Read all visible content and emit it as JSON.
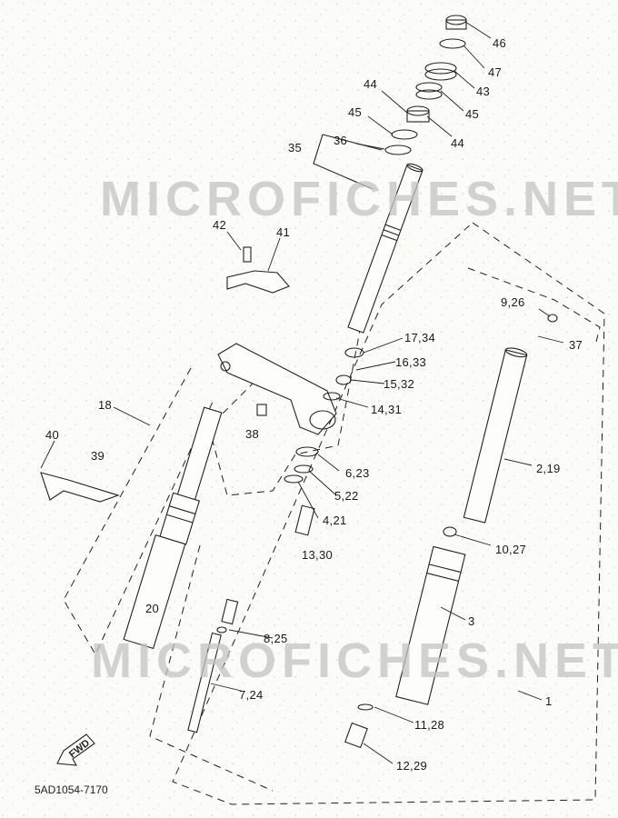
{
  "diagram": {
    "watermark_top": "MICROFICHES.NET",
    "watermark_bottom": "MICROFICHES.NET",
    "figure_code": "5AD1054-7170",
    "fwd_label": "FWD"
  },
  "callouts": {
    "c46": "46",
    "c47": "47",
    "c43": "43",
    "c45a": "45",
    "c44a": "44",
    "c44b": "44",
    "c45b": "45",
    "c36": "36",
    "c35": "35",
    "c42": "42",
    "c41": "41",
    "c9_26": "9,26",
    "c37": "37",
    "c17_34": "17,34",
    "c16_33": "16,33",
    "c15_32": "15,32",
    "c14_31": "14,31",
    "c18": "18",
    "c38": "38",
    "c40": "40",
    "c39": "39",
    "c6_23": "6,23",
    "c5_22": "5,22",
    "c4_21": "4,21",
    "c13_30": "13,30",
    "c2_19": "2,19",
    "c10_27": "10,27",
    "c3": "3",
    "c20": "20",
    "c8_25": "8,25",
    "c7_24": "7,24",
    "c1": "1",
    "c11_28": "11,28",
    "c12_29": "12,29"
  }
}
